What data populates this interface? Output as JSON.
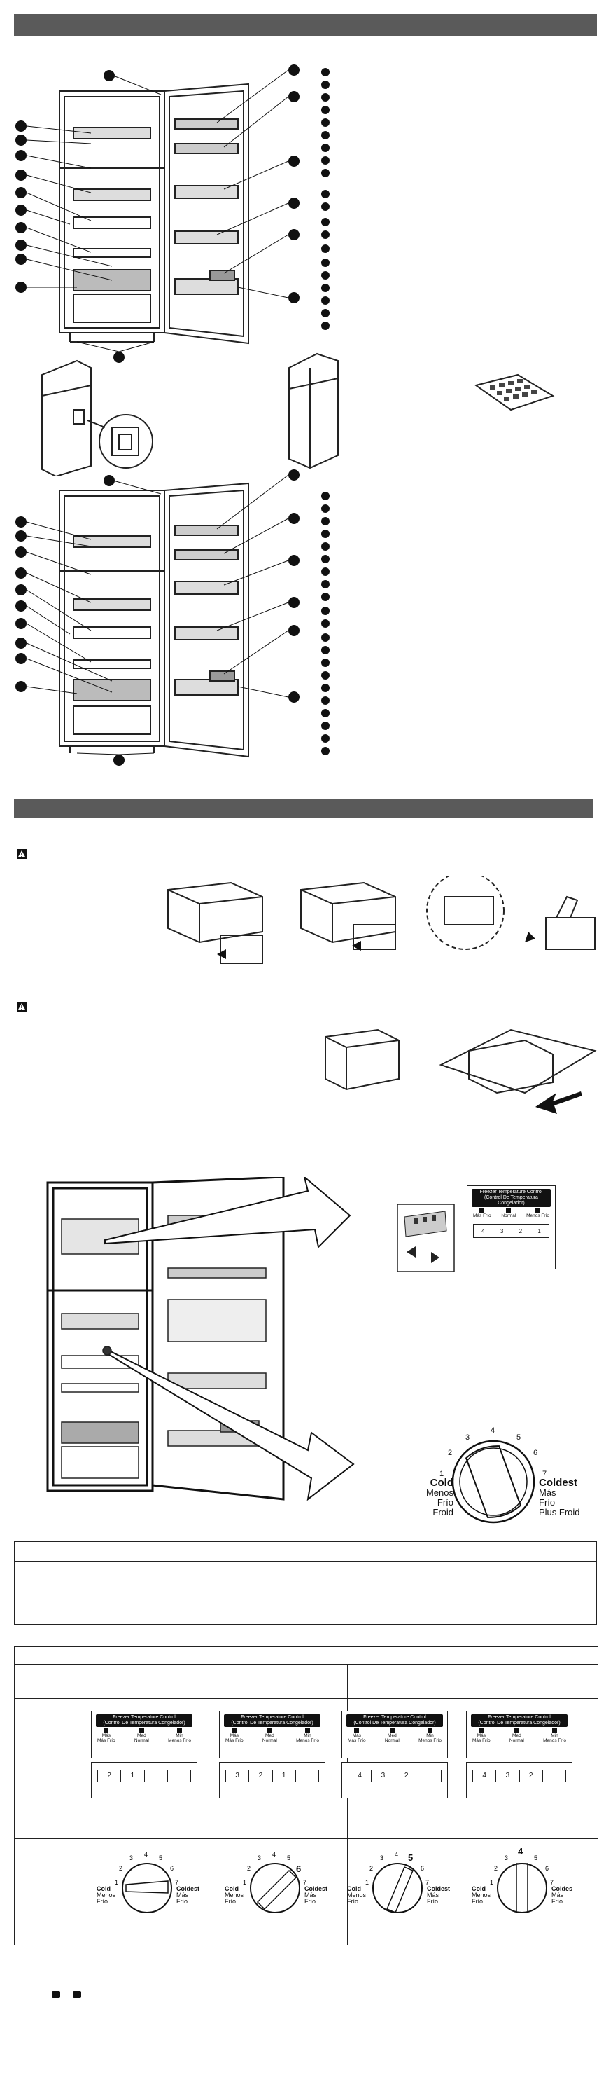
{
  "controls": {
    "panel_title": "Freezer Temperature Control",
    "panel_subtitle": "(Control De Temperatura Congelador)",
    "buttons": [
      {
        "line1": "Más",
        "line2": "Más Frío"
      },
      {
        "line1": "Med",
        "line2": "Normal"
      },
      {
        "line1": "Min",
        "line2": "Menos Frío"
      }
    ],
    "large_buttons": [
      {
        "line1": "Más Frío"
      },
      {
        "line1": "Normal"
      },
      {
        "line1": "Menos Frío"
      }
    ]
  },
  "large_dial": {
    "numbers": [
      "1",
      "2",
      "3",
      "4",
      "5",
      "6",
      "7"
    ],
    "cold": "Cold",
    "cold_es": "Menos",
    "cold_es2": "Frío",
    "cold_fr": "Froid",
    "coldest": "Coldest",
    "coldest_es": "Más",
    "coldest_es2": "Frío",
    "coldest_fr": "Plus Froid"
  },
  "settings": [
    {
      "cells": [
        "2",
        "1",
        "",
        ""
      ],
      "dial_bold": "",
      "coldest_label": "Coldest"
    },
    {
      "cells": [
        "3",
        "2",
        "1",
        ""
      ],
      "dial_bold": "6",
      "coldest_label": "Coldest"
    },
    {
      "cells": [
        "4",
        "3",
        "2",
        ""
      ],
      "dial_bold": "5",
      "coldest_label": "Coldest"
    },
    {
      "cells": [
        "4",
        "3",
        "2",
        ""
      ],
      "dial_bold": "4",
      "coldest_label": "Coldes"
    }
  ],
  "small_dial": {
    "cold": "Cold",
    "cold_es": "Menos",
    "cold_es2": "Frío",
    "coldest_es": "Más",
    "coldest_es2": "Frío"
  }
}
